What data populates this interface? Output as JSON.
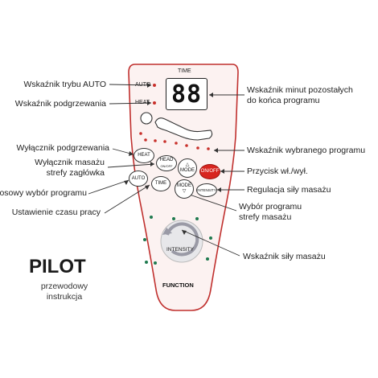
{
  "remote": {
    "time_label": "TIME",
    "display_value": "88",
    "auto_label": "AUTO",
    "heat_label": "HEAT",
    "function_label": "FUNCTION",
    "intensity_label": "INTENSITY",
    "buttons": {
      "heat": "HEAT",
      "head_top": "HEAD",
      "head_sub": "ON/OFF",
      "mode_up_symbol": "△",
      "mode_up_label": "MODE",
      "onoff": "ON/OFF",
      "auto": "AUTO",
      "time": "TIME",
      "mode_down_label": "MODE",
      "mode_down_symbol": "▽",
      "intensity": "INTENSITY"
    }
  },
  "callouts": {
    "auto_indicator": "Wskaźnik trybu AUTO",
    "heat_indicator": "Wskaźnik podgrzewania",
    "minutes_line1": "Wskaźnik minut pozostałych",
    "minutes_line2": "do końca programu",
    "heat_switch": "Wyłącznik podgrzewania",
    "head_line1": "Wyłącznik masażu",
    "head_line2": "strefy zagłówka",
    "program_indicator": "Wskaźnik wybranego programu",
    "power_button": "Przycisk wł./wył.",
    "random_program": "Losowy wybór programu",
    "intensity_regulation": "Regulacja siły masażu",
    "time_setting": "Ustawienie czasu pracy",
    "zone_line1": "Wybór programu",
    "zone_line2": "strefy masażu",
    "intensity_indicator": "Wskaźnik siły masażu"
  },
  "footer": {
    "title": "PILOT",
    "sub_line1": "przewodowy",
    "sub_line2": "instrukcja"
  },
  "colors": {
    "remote_outline": "#c0302e",
    "remote_fill": "#fcf2f1",
    "indicator_red": "#c8302b",
    "indicator_green": "#1f7a4f",
    "onoff_button": "#d8251f"
  }
}
